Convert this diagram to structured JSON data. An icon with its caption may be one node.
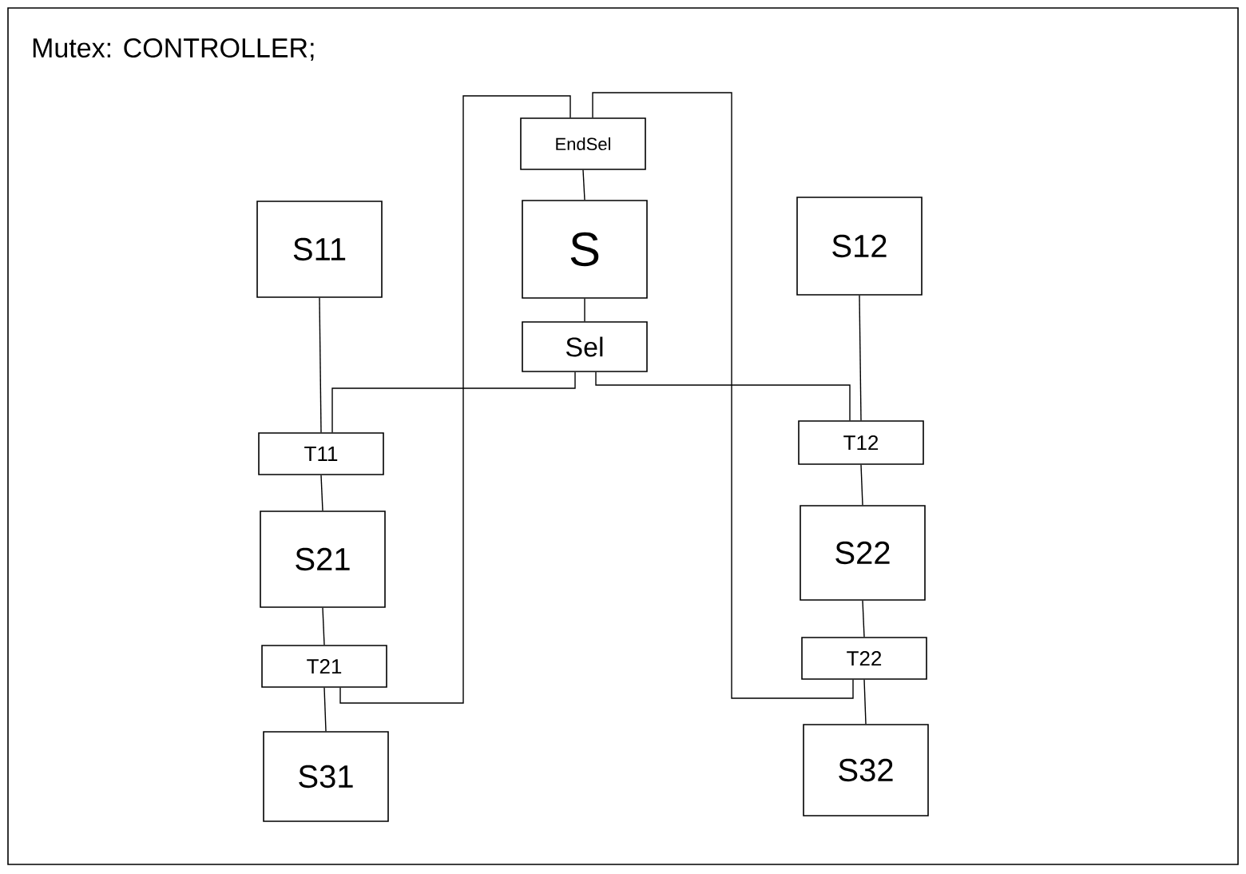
{
  "diagram": {
    "title": "Mutex: CONTROLLER;",
    "nodes": [
      {
        "text": [
          "S11"
        ]
      },
      {
        "text": [
          "EndSel"
        ]
      },
      {
        "text": [
          "S"
        ]
      },
      {
        "text": [
          "S12"
        ]
      },
      {
        "text": [
          "Sel"
        ]
      },
      {
        "text": [
          "T11"
        ]
      },
      {
        "text": [
          "T12"
        ]
      },
      {
        "text": [
          "S21"
        ]
      },
      {
        "text": [
          "S22"
        ]
      },
      {
        "text": [
          "T21"
        ]
      },
      {
        "text": [
          "T22"
        ]
      },
      {
        "text": [
          "S31"
        ]
      },
      {
        "text": [
          "S32"
        ]
      }
    ],
    "edges": [
      {
        "from": 1,
        "to": 2,
        "arrow": "none"
      },
      {
        "from": 2,
        "to": 4,
        "arrow": "none"
      },
      {
        "from": 0,
        "to": 5,
        "arrow": "none"
      },
      {
        "from": 4,
        "to": 5,
        "arrow": "none"
      },
      {
        "from": 4,
        "to": 6,
        "arrow": "none"
      },
      {
        "from": 3,
        "to": 6,
        "arrow": "none"
      },
      {
        "from": 5,
        "to": 7,
        "arrow": "none"
      },
      {
        "from": 6,
        "to": 8,
        "arrow": "none"
      },
      {
        "from": 7,
        "to": 9,
        "arrow": "none"
      },
      {
        "from": 8,
        "to": 10,
        "arrow": "none"
      },
      {
        "from": 9,
        "to": 11,
        "arrow": "none"
      },
      {
        "from": 10,
        "to": 12,
        "arrow": "none"
      },
      {
        "from": 9,
        "to": 1,
        "arrow": "none"
      },
      {
        "from": 10,
        "to": 1,
        "arrow": "none"
      }
    ]
  }
}
